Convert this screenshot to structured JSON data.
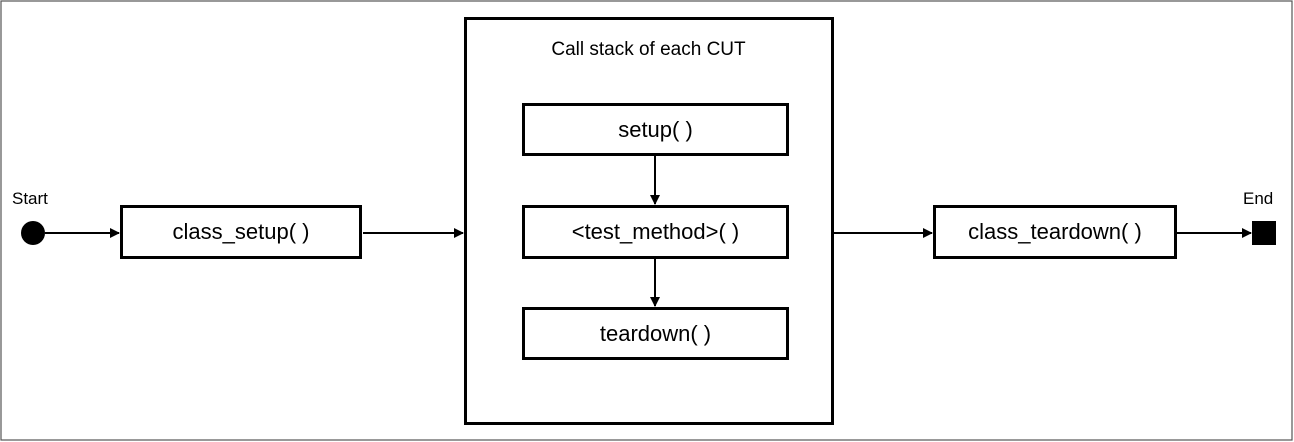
{
  "diagram": {
    "start_label": "Start",
    "end_label": "End",
    "class_setup": "class_setup( )",
    "container_title": "Call stack of each CUT",
    "setup": "setup( )",
    "test_method": "<test_method>( )",
    "teardown": "teardown( )",
    "class_teardown": "class_teardown( )"
  },
  "colors": {
    "stroke": "#000000",
    "background": "#ffffff",
    "frame": "#555555"
  }
}
